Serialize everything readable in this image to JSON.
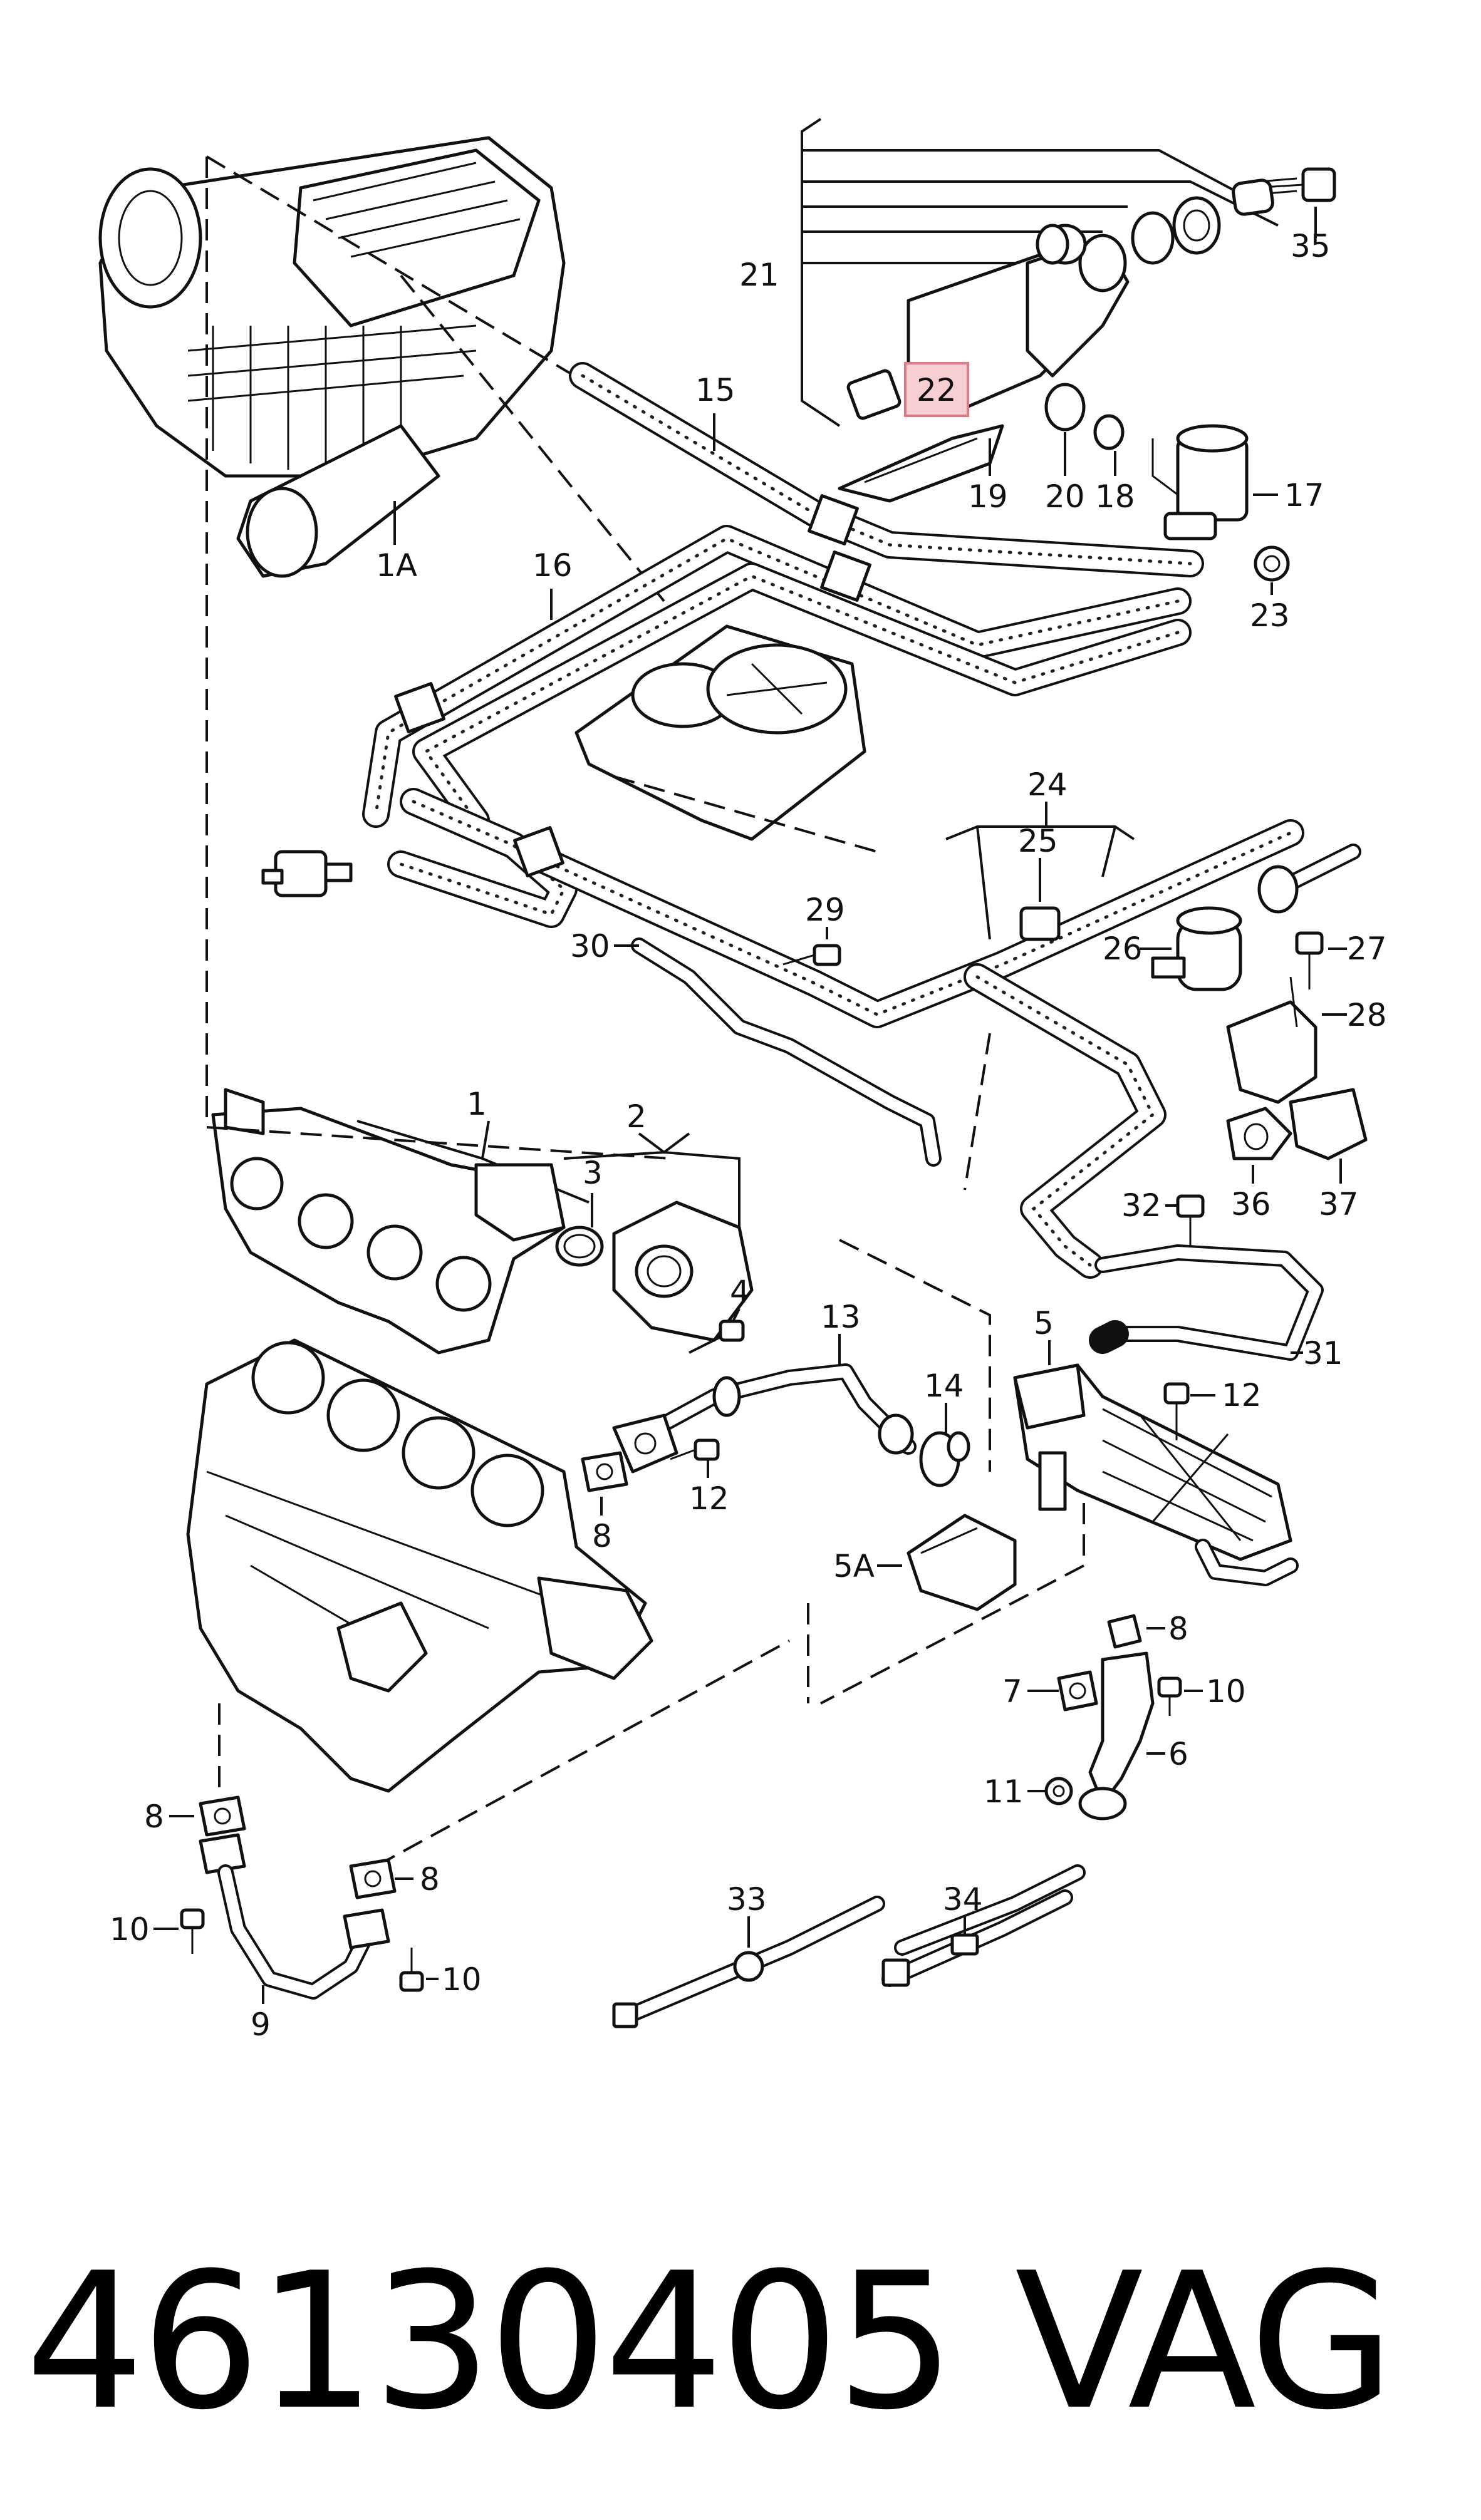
{
  "callouts": {
    "c1A": "1A",
    "c15": "15",
    "c16": "16",
    "c21": "21",
    "c22": "22",
    "c35": "35",
    "c19": "19",
    "c20": "20",
    "c18": "18",
    "c17": "17",
    "c23": "23",
    "c24": "24",
    "c25": "25",
    "c26": "26",
    "c27": "27",
    "c28": "28",
    "c29": "29",
    "c30": "30",
    "c36": "36",
    "c37": "37",
    "c32": "32",
    "c31": "31",
    "c1": "1",
    "c2": "2",
    "c3": "3",
    "c4": "4",
    "c13": "13",
    "c14": "14",
    "c5": "5",
    "c12a": "12",
    "c12b": "12",
    "c8a": "8",
    "c5A": "5A",
    "c8b": "8",
    "c7": "7",
    "c10a": "10",
    "c11": "11",
    "c6": "6",
    "c8c": "8",
    "c8d": "8",
    "c10b": "10",
    "c10c": "10",
    "c9": "9",
    "c33": "33",
    "c34": "34"
  },
  "highlight": {
    "part": "22",
    "color": "#f7cfd3"
  },
  "footer": {
    "part_number": "46130405",
    "brand": "VAG"
  }
}
